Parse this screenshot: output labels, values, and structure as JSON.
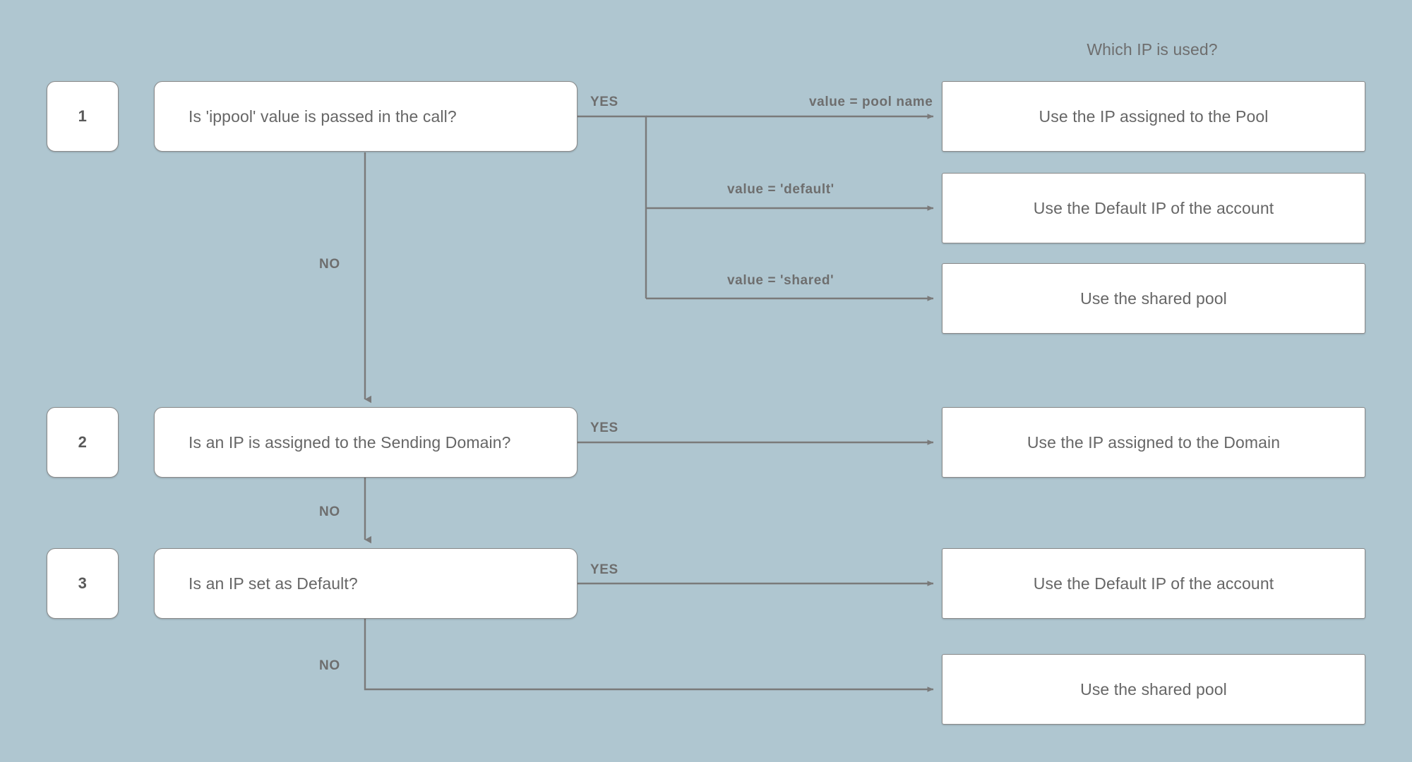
{
  "diagram": {
    "title": "Which IP is used?",
    "background_color": "#afc6d0",
    "line_color": "#7a7a7a",
    "node_fill": "#ffffff",
    "text_color": "#666666"
  },
  "steps": [
    {
      "number": "1",
      "question": "Is 'ippool' value is passed in the call?"
    },
    {
      "number": "2",
      "question": "Is an IP is assigned to the Sending Domain?"
    },
    {
      "number": "3",
      "question": "Is an IP set as Default?"
    }
  ],
  "results": [
    {
      "label": "Use the IP assigned to the Pool"
    },
    {
      "label": "Use the Default IP of the account"
    },
    {
      "label": "Use the shared pool"
    },
    {
      "label": "Use the IP assigned to the Domain"
    },
    {
      "label": "Use the Default IP of the account"
    },
    {
      "label": "Use the shared pool"
    }
  ],
  "edge_labels": {
    "yes_1": "YES",
    "no_1": "NO",
    "yes_2": "YES",
    "no_2": "NO",
    "yes_3": "YES",
    "no_3": "NO",
    "value_pool_name": "value = pool name",
    "value_default": "value = 'default'",
    "value_shared": "value = 'shared'"
  }
}
